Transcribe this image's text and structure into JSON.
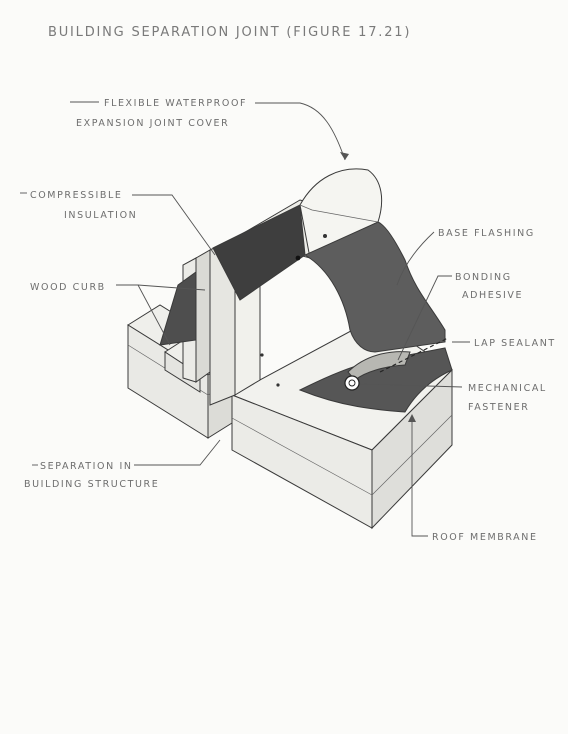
{
  "title": "BUILDING SEPARATION JOINT (FIGURE 17.21)",
  "labels": {
    "flexible_cover_line1": "FLEXIBLE WATERPROOF",
    "flexible_cover_line2": "EXPANSION JOINT COVER",
    "compressible_line1": "COMPRESSIBLE",
    "compressible_line2": "INSULATION",
    "wood_curb": "WOOD CURB",
    "base_flashing": "BASE FLASHING",
    "bonding_line1": "BONDING",
    "bonding_line2": "ADHESIVE",
    "lap_sealant": "LAP SEALANT",
    "mechanical_line1": "MECHANICAL",
    "mechanical_line2": "FASTENER",
    "separation_line1": "SEPARATION IN",
    "separation_line2": "BUILDING STRUCTURE",
    "roof_membrane": "ROOF MEMBRANE"
  },
  "colors": {
    "paper": "#fbfbf9",
    "pencil": "#3a3a3a",
    "dark_fill": "#4a4a4a",
    "mid_fill": "#7d7d7d",
    "light_fill": "#e4e4e0"
  }
}
